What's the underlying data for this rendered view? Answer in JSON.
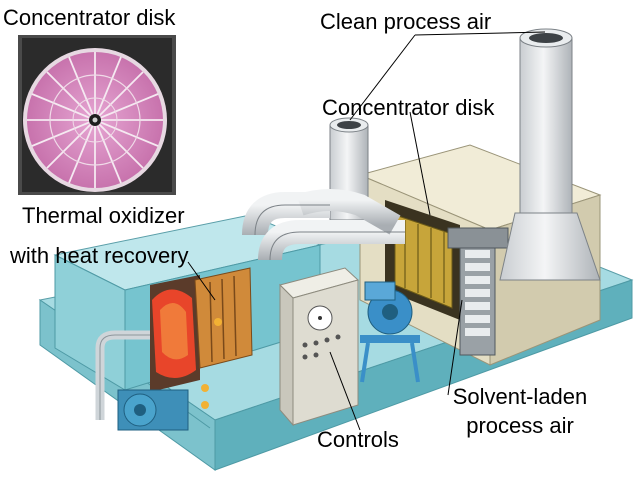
{
  "labels": {
    "concentrator_disk_inset": "Concentrator disk",
    "clean_process_air": "Clean process air",
    "concentrator_disk": "Concentrator disk",
    "thermal_oxidizer_line1": "Thermal oxidizer",
    "thermal_oxidizer_line2": "with heat recovery",
    "controls": "Controls",
    "solvent_line1": "Solvent-laden",
    "solvent_line2": "process air"
  },
  "colors": {
    "skid_blue": "#8fd0d8",
    "skid_dark": "#4e9aa5",
    "housing": "#e7e2cc",
    "duct": "#d9dde0",
    "flame": "#e8452a",
    "disk_pink": "#d98ac0",
    "valve_blue": "#3a8fc8"
  }
}
